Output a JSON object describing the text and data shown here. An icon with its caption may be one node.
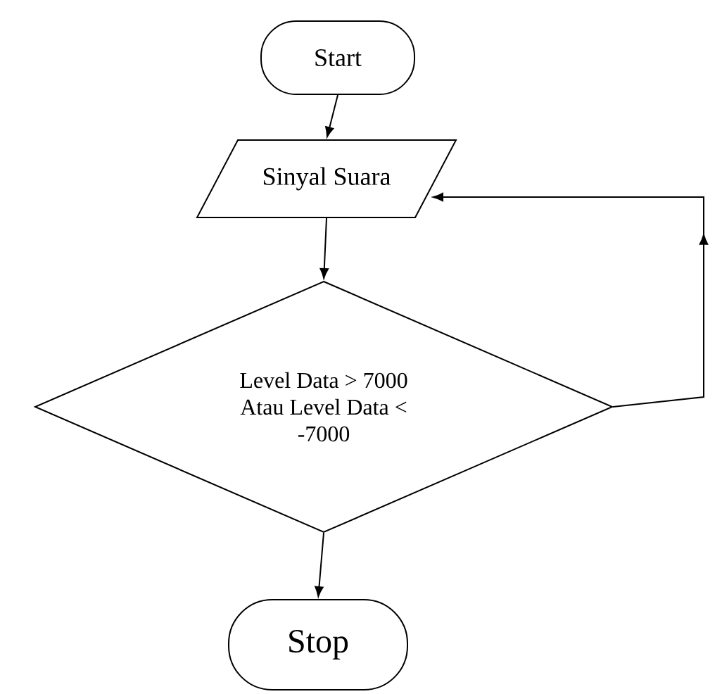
{
  "diagram": {
    "nodes": [
      {
        "text": [
          "Start"
        ]
      },
      {
        "text": [
          "Sinyal Suara"
        ]
      },
      {
        "text": [
          "Level Data > 7000 Atau Level Data < -7000"
        ]
      },
      {
        "text": [
          "Stop"
        ]
      }
    ],
    "edges": [
      {
        "from": 0,
        "to": 1,
        "arrow": "to"
      },
      {
        "from": 1,
        "to": 2,
        "arrow": "to"
      },
      {
        "from": 2,
        "to": 3,
        "arrow": "to"
      },
      {
        "from": 2,
        "to": 1,
        "arrow": "to"
      }
    ]
  }
}
